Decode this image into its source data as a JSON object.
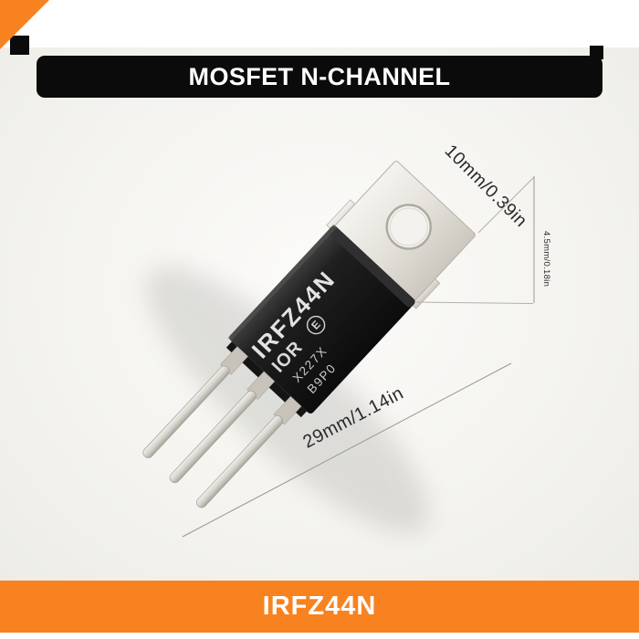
{
  "header": {
    "title": "MOSFET N-CHANNEL"
  },
  "footer": {
    "label": "IRFZ44N"
  },
  "product": {
    "markings": {
      "part": "IRFZ44N",
      "brand": "IOR",
      "cert_mark": "E",
      "lot_code": "X227X",
      "date_code": "B9P0"
    },
    "dimensions": {
      "width": "10mm/0.39in",
      "thickness": "4.5mm/0.18in",
      "length": "29mm/1.14in"
    }
  },
  "colors": {
    "accent_orange": "#f8821f",
    "banner_black": "#0b0b0b",
    "photo_background": "#f3f2ee",
    "package_body": "#171717",
    "metal_tab": "#e6e3dc",
    "leads_silver": "#d8d5ce",
    "text_white": "#ffffff"
  }
}
